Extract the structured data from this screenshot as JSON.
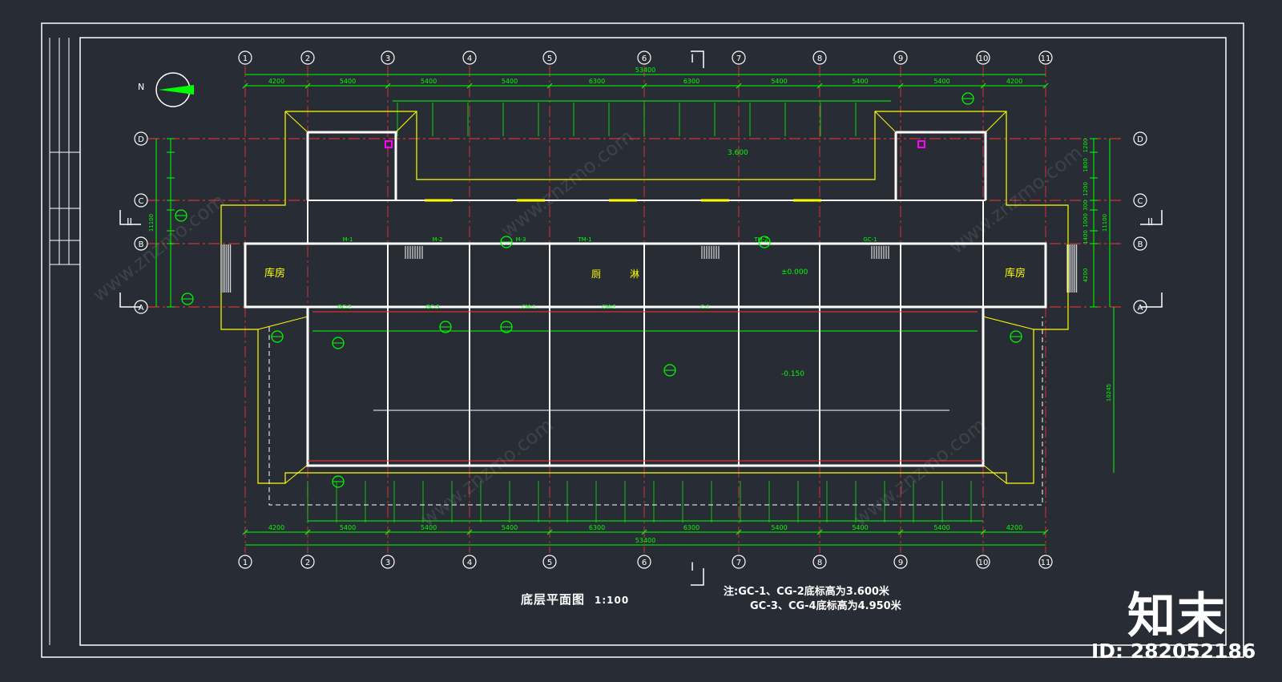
{
  "drawing": {
    "title": "底层平面图",
    "scale": "1:100",
    "notes": [
      "注:GC-1、CG-2底标高为3.600米",
      "GC-3、CG-4底标高为4.950米"
    ],
    "north_label": "N"
  },
  "axes": {
    "columns": [
      "1",
      "2",
      "3",
      "4",
      "5",
      "6",
      "7",
      "8",
      "9",
      "10",
      "11"
    ],
    "rows": [
      "D",
      "C",
      "B",
      "A"
    ]
  },
  "dimensions": {
    "top_total": "53400",
    "bottom_total": "53400",
    "top_bays": [
      "4200",
      "5400",
      "5400",
      "5400",
      "6300",
      "6300",
      "5400",
      "5400",
      "5400",
      "4200"
    ],
    "bottom_bays": [
      "4200",
      "5400",
      "5400",
      "5400",
      "6300",
      "6300",
      "5400",
      "5400",
      "5400",
      "4200"
    ],
    "right_vertical": [
      "1200",
      "1800",
      "1200",
      "300",
      "1000",
      "1400",
      "4200"
    ],
    "right_total": "11100",
    "left_total": "11100",
    "court_depth": "10245"
  },
  "rooms": [
    {
      "id": "left-storage",
      "label": "库房"
    },
    {
      "id": "right-storage",
      "label": "库房"
    },
    {
      "id": "hall-1",
      "label": "厕"
    },
    {
      "id": "hall-2",
      "label": "淋"
    }
  ],
  "section_marks": [
    "I",
    "I",
    "II",
    "II"
  ],
  "levels": [
    "±0.000",
    "-0.150",
    "3.600"
  ],
  "doors": [
    "M-1",
    "M-2",
    "M-3",
    "TM-1",
    "TM-2",
    "GC-1",
    "GC-2",
    "GC-3",
    "CM-1",
    "CM-2",
    "C-1"
  ],
  "brand": {
    "name": "知末",
    "id_text": "ID: 282052186",
    "watermark": "www.znzmo.com"
  },
  "colors": {
    "background": "#282c34",
    "border": "#ffffff",
    "axis": "#ffffff",
    "grid_red": "#ff3333",
    "wall": "#ffffff",
    "dim_green": "#00ff00",
    "outline_yellow": "#ffff00",
    "magenta": "#ff00ff"
  }
}
